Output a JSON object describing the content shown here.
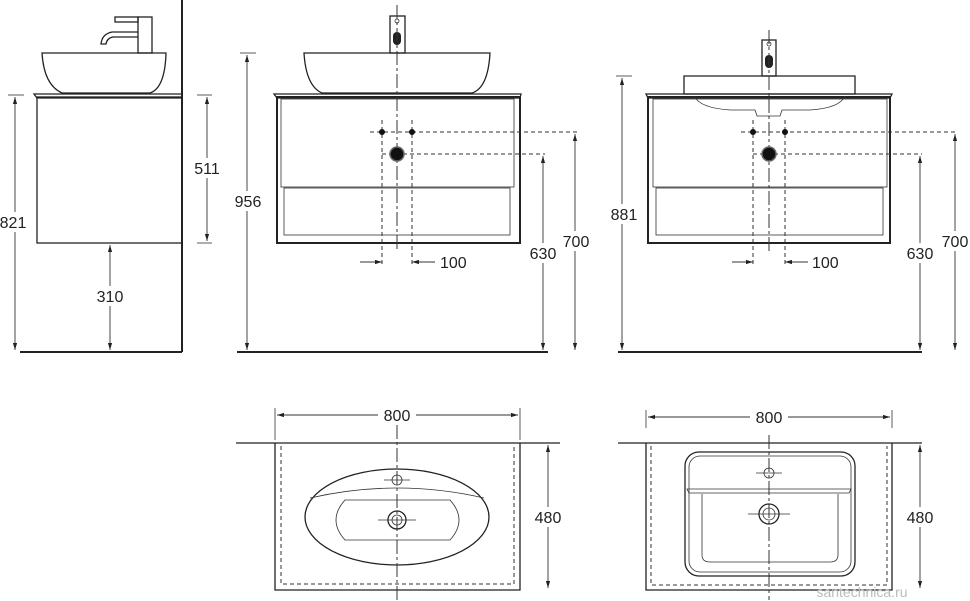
{
  "side_view": {
    "total_height": "821",
    "cabinet_height": "511",
    "floor_clearance": "310"
  },
  "front_view_vessel": {
    "total_height": "956",
    "drain_height": "630",
    "supply_height": "700",
    "supply_spacing": "100"
  },
  "front_view_inset": {
    "total_height": "881",
    "drain_height": "630",
    "supply_height": "700",
    "supply_spacing": "100"
  },
  "top_view_vessel": {
    "width": "800",
    "depth": "480"
  },
  "top_view_inset": {
    "width": "800",
    "depth": "480"
  },
  "watermark": "santechnica.ru"
}
